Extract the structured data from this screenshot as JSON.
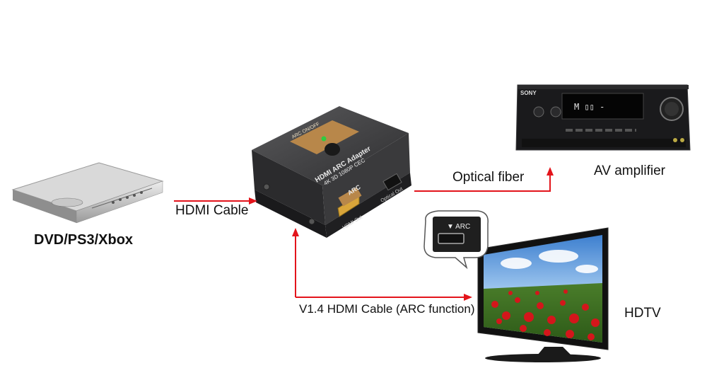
{
  "nodes": {
    "dvd_label": "DVD/PS3/Xbox",
    "av_label": "AV amplifier",
    "hdtv_label": "HDTV"
  },
  "edges": {
    "hdmi_cable": "HDMI Cable",
    "optical_fiber": "Optical fiber",
    "arc_cable": "V1.4 HDMI Cable (ARC function)"
  },
  "adapter": {
    "top_button_label": "ARC ON/OFF",
    "title_line1": "HDMI ARC Adapter",
    "title_line2": "4K 3D 1080P CEC",
    "arc_label": "ARC",
    "hdmi_out_label": "HDMI Out",
    "optical_out_label": "Optical Out"
  },
  "amplifier": {
    "brand": "SONY",
    "display_text": "M ▯▯  -"
  },
  "callout": {
    "port_label": "▼ ARC"
  },
  "colors": {
    "arrow": "#e3141b",
    "adapter_body": "#3a3a3c",
    "adapter_panel": "#b8874a"
  }
}
